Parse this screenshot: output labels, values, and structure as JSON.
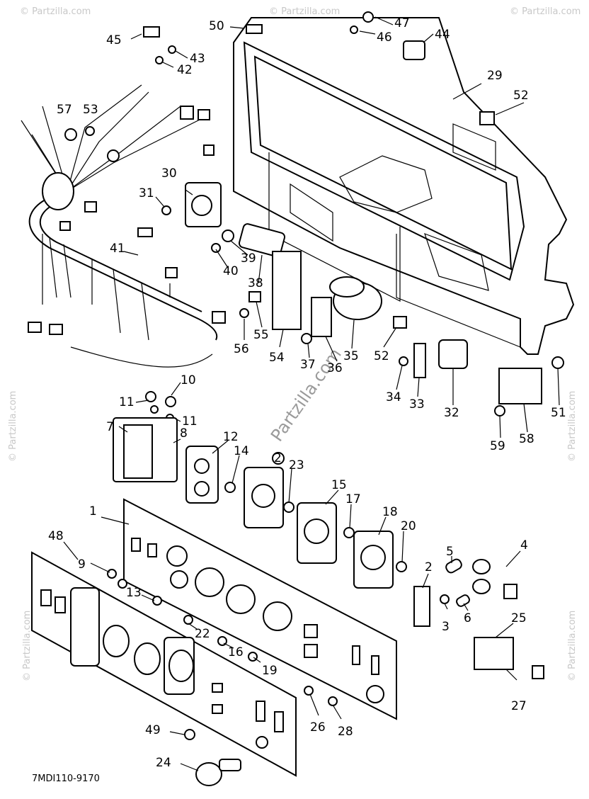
{
  "diagram": {
    "drawing_code": "7MDI110-9170",
    "watermark": "Partzilla.com",
    "watermark_corner": "© Partzilla.com",
    "callouts": [
      "45",
      "50",
      "47",
      "46",
      "44",
      "43",
      "42",
      "29",
      "52",
      "57",
      "53",
      "30",
      "31",
      "41",
      "40",
      "39",
      "38",
      "55",
      "56",
      "54",
      "37",
      "36",
      "35",
      "52",
      "34",
      "33",
      "32",
      "51",
      "58",
      "59",
      "10",
      "11",
      "11",
      "7",
      "8",
      "12",
      "14",
      "2",
      "23",
      "15",
      "17",
      "18",
      "20",
      "1",
      "48",
      "9",
      "5",
      "4",
      "2",
      "13",
      "3",
      "6",
      "22",
      "16",
      "19",
      "25",
      "26",
      "28",
      "27",
      "49",
      "24"
    ],
    "colors": {
      "line": "#000000",
      "background": "#ffffff",
      "watermark": "#c8c8c8"
    }
  }
}
